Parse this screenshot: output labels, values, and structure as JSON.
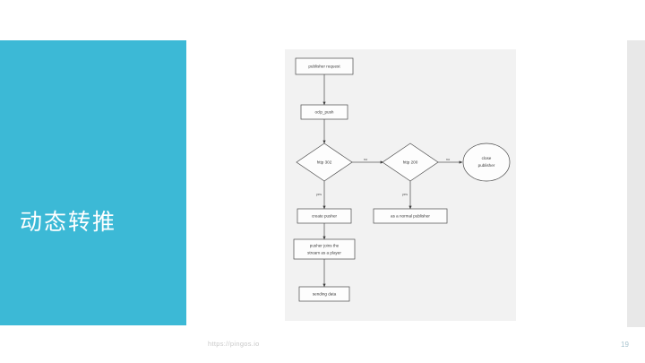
{
  "slide": {
    "title": "动态转推",
    "accent_color": "#3cb9d6",
    "background_color": "#ffffff",
    "footer_url": "https://pingos.io",
    "page_number": "19"
  },
  "chart_data": {
    "type": "diagram",
    "title": "",
    "canvas_color": "#f2f2f2",
    "nodes": [
      {
        "id": "n1",
        "label": "publisher request",
        "shape": "rect"
      },
      {
        "id": "n2",
        "label": "oclp_push",
        "shape": "rect"
      },
      {
        "id": "n3",
        "label": "http 302",
        "shape": "diamond"
      },
      {
        "id": "n4",
        "label": "http 200",
        "shape": "diamond"
      },
      {
        "id": "n5",
        "label": "close publisher",
        "shape": "ellipse",
        "label_lines": [
          "close",
          "publisher"
        ]
      },
      {
        "id": "n6",
        "label": "create pusher",
        "shape": "rect"
      },
      {
        "id": "n7",
        "label": "as a normal publisher",
        "shape": "rect"
      },
      {
        "id": "n8",
        "label": "pusher joins the stream as a player",
        "shape": "rect",
        "label_lines": [
          "pusher joins the",
          "stream as a player"
        ]
      },
      {
        "id": "n9",
        "label": "sending data",
        "shape": "rect"
      }
    ],
    "edges": [
      {
        "from": "n1",
        "to": "n2",
        "label": ""
      },
      {
        "from": "n2",
        "to": "n3",
        "label": ""
      },
      {
        "from": "n3",
        "to": "n4",
        "label": "no"
      },
      {
        "from": "n4",
        "to": "n5",
        "label": "no"
      },
      {
        "from": "n3",
        "to": "n6",
        "label": "yes"
      },
      {
        "from": "n4",
        "to": "n7",
        "label": "yes"
      },
      {
        "from": "n6",
        "to": "n8",
        "label": ""
      },
      {
        "from": "n8",
        "to": "n9",
        "label": ""
      }
    ]
  }
}
